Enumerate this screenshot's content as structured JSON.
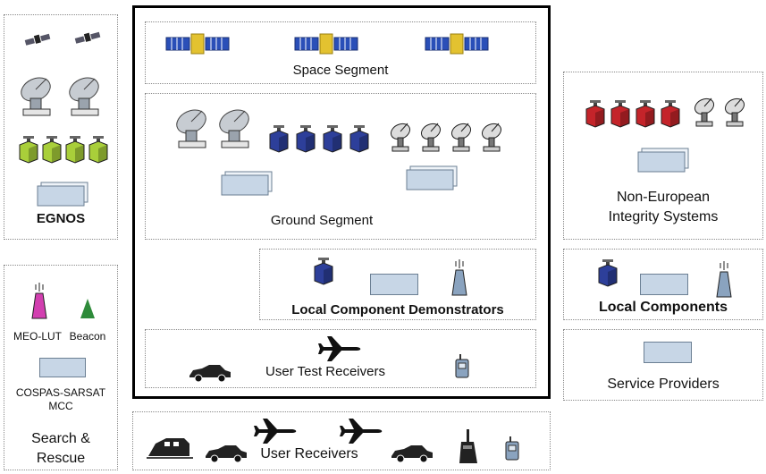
{
  "boxes": {
    "egnos": {
      "label": "EGNOS"
    },
    "search_rescue": {
      "label": "Search &\nRescue",
      "meo_lut": "MEO-LUT",
      "beacon": "Beacon",
      "cospas": "COSPAS-SARSAT",
      "mcc": "MCC"
    },
    "space": {
      "label": "Space Segment"
    },
    "ground": {
      "label": "Ground Segment"
    },
    "lcd": {
      "label": "Local Component Demonstrators"
    },
    "utr": {
      "label": "User Test Receivers"
    },
    "nonEU": {
      "label": "Non-European\nIntegrity Systems"
    },
    "local": {
      "label": "Local Components"
    },
    "providers": {
      "label": "Service Providers"
    },
    "users": {
      "label": "User Receivers"
    }
  },
  "colors": {
    "dish": "#9aa3ad",
    "blue_station": "#2d3f9a",
    "green_station": "#a9cf3a",
    "red_station": "#c4242a",
    "mcc_fill": "#c7d6e6",
    "magenta": "#d23fb0",
    "green_beacon": "#2e8b3a"
  },
  "icons": [
    "satellite-icon",
    "dish-antenna-icon",
    "ground-station-icon",
    "mcc-box-icon",
    "airplane-icon",
    "car-icon",
    "train-icon",
    "ship-icon",
    "tower-icon",
    "receiver-icon"
  ]
}
